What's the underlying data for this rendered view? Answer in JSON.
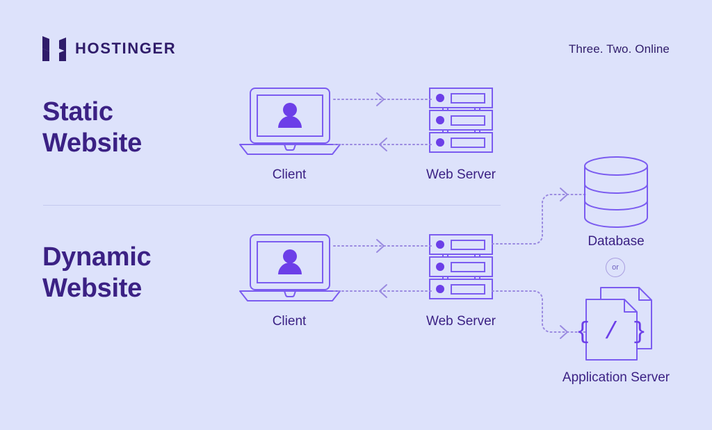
{
  "brand": {
    "logo_icon": "hostinger-h-logo-icon",
    "wordmark": "HOSTINGER",
    "tagline": "Three. Two. Online",
    "colors": {
      "background": "#dde2fb",
      "ink": "#2f1c6a",
      "heading": "#3b2184",
      "accent_stroke": "#7b5cf0",
      "accent_fill": "#6c3fe8",
      "dotted": "#9a8ae0",
      "divider": "#c3c9ee"
    }
  },
  "sections": [
    {
      "id": "static",
      "heading_line1": "Static",
      "heading_line2": "Website",
      "nodes": [
        {
          "id": "client",
          "label": "Client",
          "icon": "laptop-user-icon"
        },
        {
          "id": "web-server",
          "label": "Web Server",
          "icon": "server-rack-icon"
        }
      ],
      "flows": [
        {
          "from": "client",
          "to": "web-server",
          "direction": "right",
          "style": "dotted"
        },
        {
          "from": "web-server",
          "to": "client",
          "direction": "left",
          "style": "dotted"
        }
      ]
    },
    {
      "id": "dynamic",
      "heading_line1": "Dynamic",
      "heading_line2": "Website",
      "nodes": [
        {
          "id": "client",
          "label": "Client",
          "icon": "laptop-user-icon"
        },
        {
          "id": "web-server",
          "label": "Web Server",
          "icon": "server-rack-icon"
        },
        {
          "id": "database",
          "label": "Database",
          "icon": "database-cylinder-icon"
        },
        {
          "id": "application-server",
          "label": "Application Server",
          "icon": "code-documents-icon"
        }
      ],
      "flows": [
        {
          "from": "client",
          "to": "web-server",
          "direction": "right",
          "style": "dotted"
        },
        {
          "from": "web-server",
          "to": "client",
          "direction": "left",
          "style": "dotted"
        },
        {
          "from": "web-server",
          "to": "database",
          "direction": "right",
          "style": "dotted-elbow"
        },
        {
          "from": "web-server",
          "to": "application-server",
          "direction": "right",
          "style": "dotted-elbow"
        }
      ],
      "branch_badge": "or",
      "code_glyph": "{ / }"
    }
  ]
}
